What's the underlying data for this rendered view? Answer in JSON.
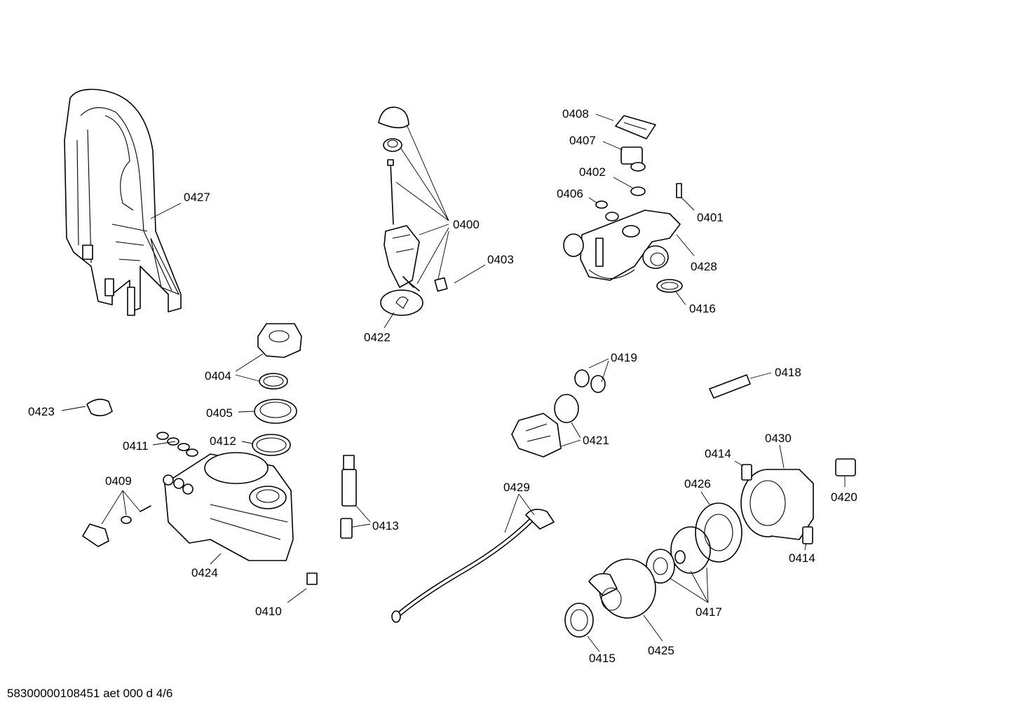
{
  "footer": {
    "document_code": "58300000108451 aet 000 d 4/6"
  },
  "callouts": [
    {
      "id": "0400",
      "label": "0400"
    },
    {
      "id": "0401",
      "label": "0401"
    },
    {
      "id": "0402",
      "label": "0402"
    },
    {
      "id": "0403",
      "label": "0403"
    },
    {
      "id": "0404",
      "label": "0404"
    },
    {
      "id": "0405",
      "label": "0405"
    },
    {
      "id": "0406",
      "label": "0406"
    },
    {
      "id": "0407",
      "label": "0407"
    },
    {
      "id": "0408",
      "label": "0408"
    },
    {
      "id": "0409",
      "label": "0409"
    },
    {
      "id": "0410",
      "label": "0410"
    },
    {
      "id": "0411",
      "label": "0411"
    },
    {
      "id": "0412",
      "label": "0412"
    },
    {
      "id": "0413",
      "label": "0413"
    },
    {
      "id": "0414a",
      "label": "0414"
    },
    {
      "id": "0414b",
      "label": "0414"
    },
    {
      "id": "0415",
      "label": "0415"
    },
    {
      "id": "0416",
      "label": "0416"
    },
    {
      "id": "0417",
      "label": "0417"
    },
    {
      "id": "0418",
      "label": "0418"
    },
    {
      "id": "0419",
      "label": "0419"
    },
    {
      "id": "0420",
      "label": "0420"
    },
    {
      "id": "0421",
      "label": "0421"
    },
    {
      "id": "0422",
      "label": "0422"
    },
    {
      "id": "0423",
      "label": "0423"
    },
    {
      "id": "0424",
      "label": "0424"
    },
    {
      "id": "0425",
      "label": "0425"
    },
    {
      "id": "0426",
      "label": "0426"
    },
    {
      "id": "0427",
      "label": "0427"
    },
    {
      "id": "0428",
      "label": "0428"
    },
    {
      "id": "0429",
      "label": "0429"
    },
    {
      "id": "0430",
      "label": "0430"
    }
  ]
}
